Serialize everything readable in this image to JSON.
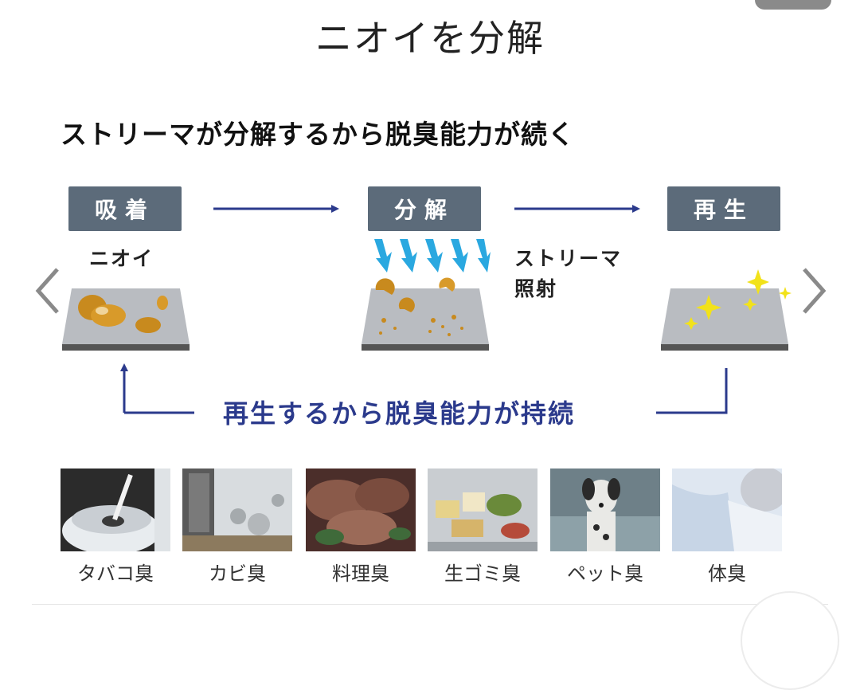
{
  "page": {
    "title": "ニオイを分解",
    "subtitle": "ストリーマが分解するから脱臭能力が続く"
  },
  "process": {
    "steps": [
      {
        "label": "吸着",
        "caption": "ニオイ"
      },
      {
        "label": "分解",
        "caption": "ストリーマ\n照射"
      },
      {
        "label": "再生",
        "caption": ""
      }
    ],
    "loop_text": "再生するから脱臭能力が持続"
  },
  "odors": [
    {
      "label": "タバコ臭",
      "icon": "cigarette-photo"
    },
    {
      "label": "カビ臭",
      "icon": "mold-photo"
    },
    {
      "label": "料理臭",
      "icon": "cooking-photo"
    },
    {
      "label": "生ゴミ臭",
      "icon": "garbage-photo"
    },
    {
      "label": "ペット臭",
      "icon": "pet-photo"
    },
    {
      "label": "体臭",
      "icon": "body-photo"
    }
  ],
  "colors": {
    "step_box": "#5c6b7a",
    "arrow": "#2b3a8c",
    "loop_text": "#2b3a8c",
    "odor_particle": "#c88a1e",
    "streamer": "#2aa8e0",
    "sparkle": "#f2e21a"
  },
  "nav": {
    "prev_icon": "chevron-left-icon",
    "next_icon": "chevron-right-icon"
  }
}
